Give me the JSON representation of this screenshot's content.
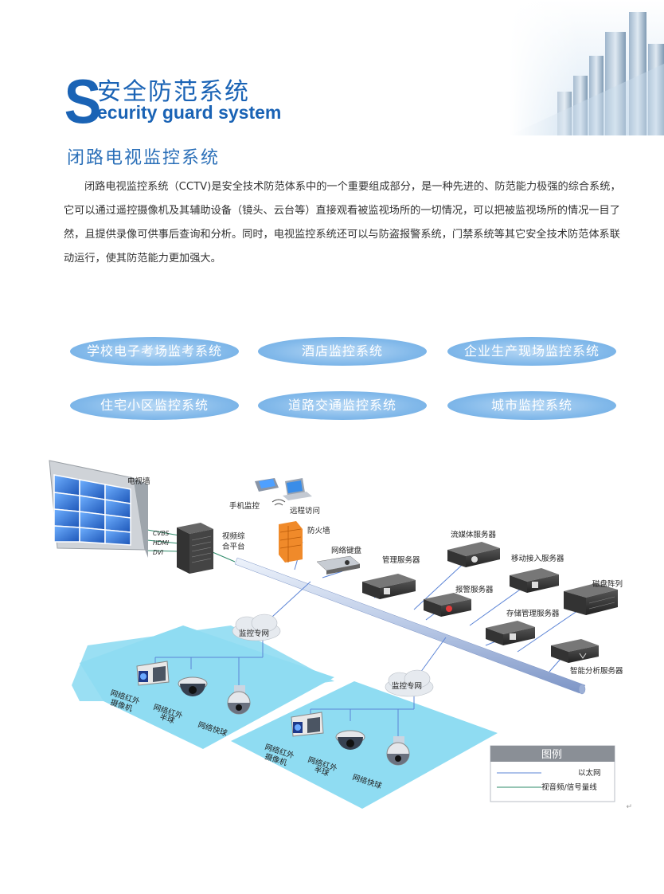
{
  "header": {
    "big_letter": "S",
    "title_cn": "安全防范系统",
    "title_en": "ecurity guard system"
  },
  "section": {
    "title": "闭路电视监控系统",
    "intro": "闭路电视监控系统（CCTV)是安全技术防范体系中的一个重要组成部分，是一种先进的、防范能力极强的综合系统，它可以通过遥控摄像机及其辅助设备（镜头、云台等）直接观看被监视场所的一切情况，可以把被监视场所的情况一目了然，且提供录像可供事后查询和分析。同时，电视监控系统还可以与防盗报警系统，门禁系统等其它安全技术防范体系联动运行，使其防范能力更加强大。"
  },
  "pills": [
    "学校电子考场监考系统",
    "酒店监控系统",
    "企业生产现场监控系统",
    "住宅小区监控系统",
    "道路交通监控系统",
    "城市监控系统"
  ],
  "diagram": {
    "tv_wall": "电视墙",
    "cvbs": "CVBS",
    "hdmi": "HDMI",
    "dvi": "DVI",
    "video_platform_1": "视频综",
    "video_platform_2": "合平台",
    "mobile_monitor": "手机监控",
    "remote_access": "远程访问",
    "firewall": "防火墙",
    "network_keyboard": "网络键盘",
    "management_server": "管理服务器",
    "streaming_server": "流媒体服务器",
    "mobile_access_server": "移动接入服务器",
    "alarm_server": "报警服务器",
    "disk_array": "磁盘阵列",
    "storage_server": "存储管理服务器",
    "analysis_server": "智能分析服务器",
    "private_net_1": "监控专网",
    "private_net_2": "监控专网",
    "zone1_ir_cam_1": "网络红外",
    "zone1_ir_cam_2": "摄像机",
    "zone1_dome_1": "网络红外",
    "zone1_dome_2": "半球",
    "zone1_speed_dome": "网络快球",
    "zone2_ir_cam_1": "网络红外",
    "zone2_ir_cam_2": "摄像机",
    "zone2_dome_1": "网络红外",
    "zone2_dome_2": "半球",
    "zone2_speed_dome": "网络快球"
  },
  "legend": {
    "title": "图例",
    "ethernet": "以太网",
    "av_signal": "视音频/信号量线"
  },
  "colors": {
    "brand_blue": "#1a63b5",
    "pill_blue": "#82b9ea",
    "zone_cyan": "#8fdcf2",
    "ethernet_line": "#5b84d6",
    "signal_line": "#2e8b6a"
  }
}
